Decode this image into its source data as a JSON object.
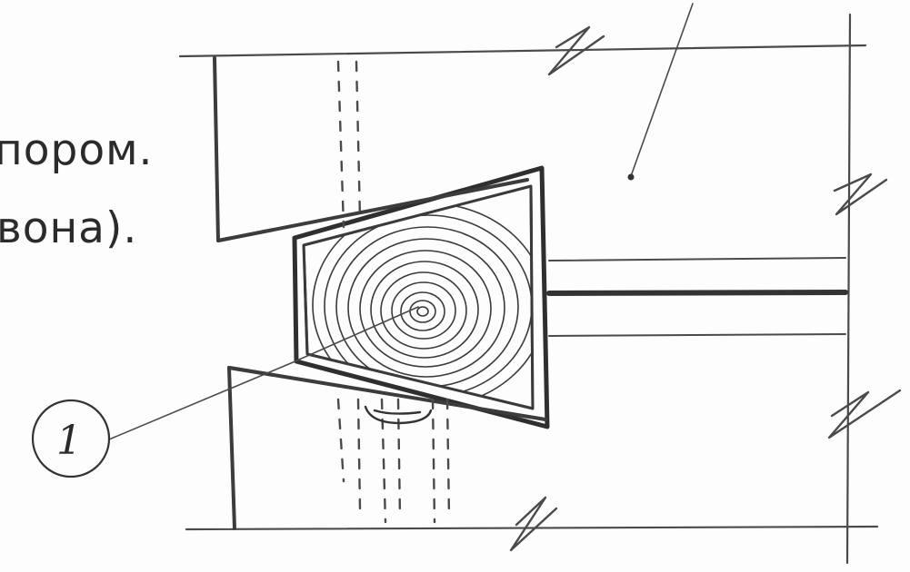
{
  "caption": {
    "line1": "пором.",
    "line2": "вона)."
  },
  "callout": {
    "number": "1"
  },
  "break_mark": {
    "glyph": "Z"
  },
  "colors": {
    "ink": "#4a4a4a",
    "ink_dark": "#333333",
    "paper": "#fdfdfd"
  }
}
